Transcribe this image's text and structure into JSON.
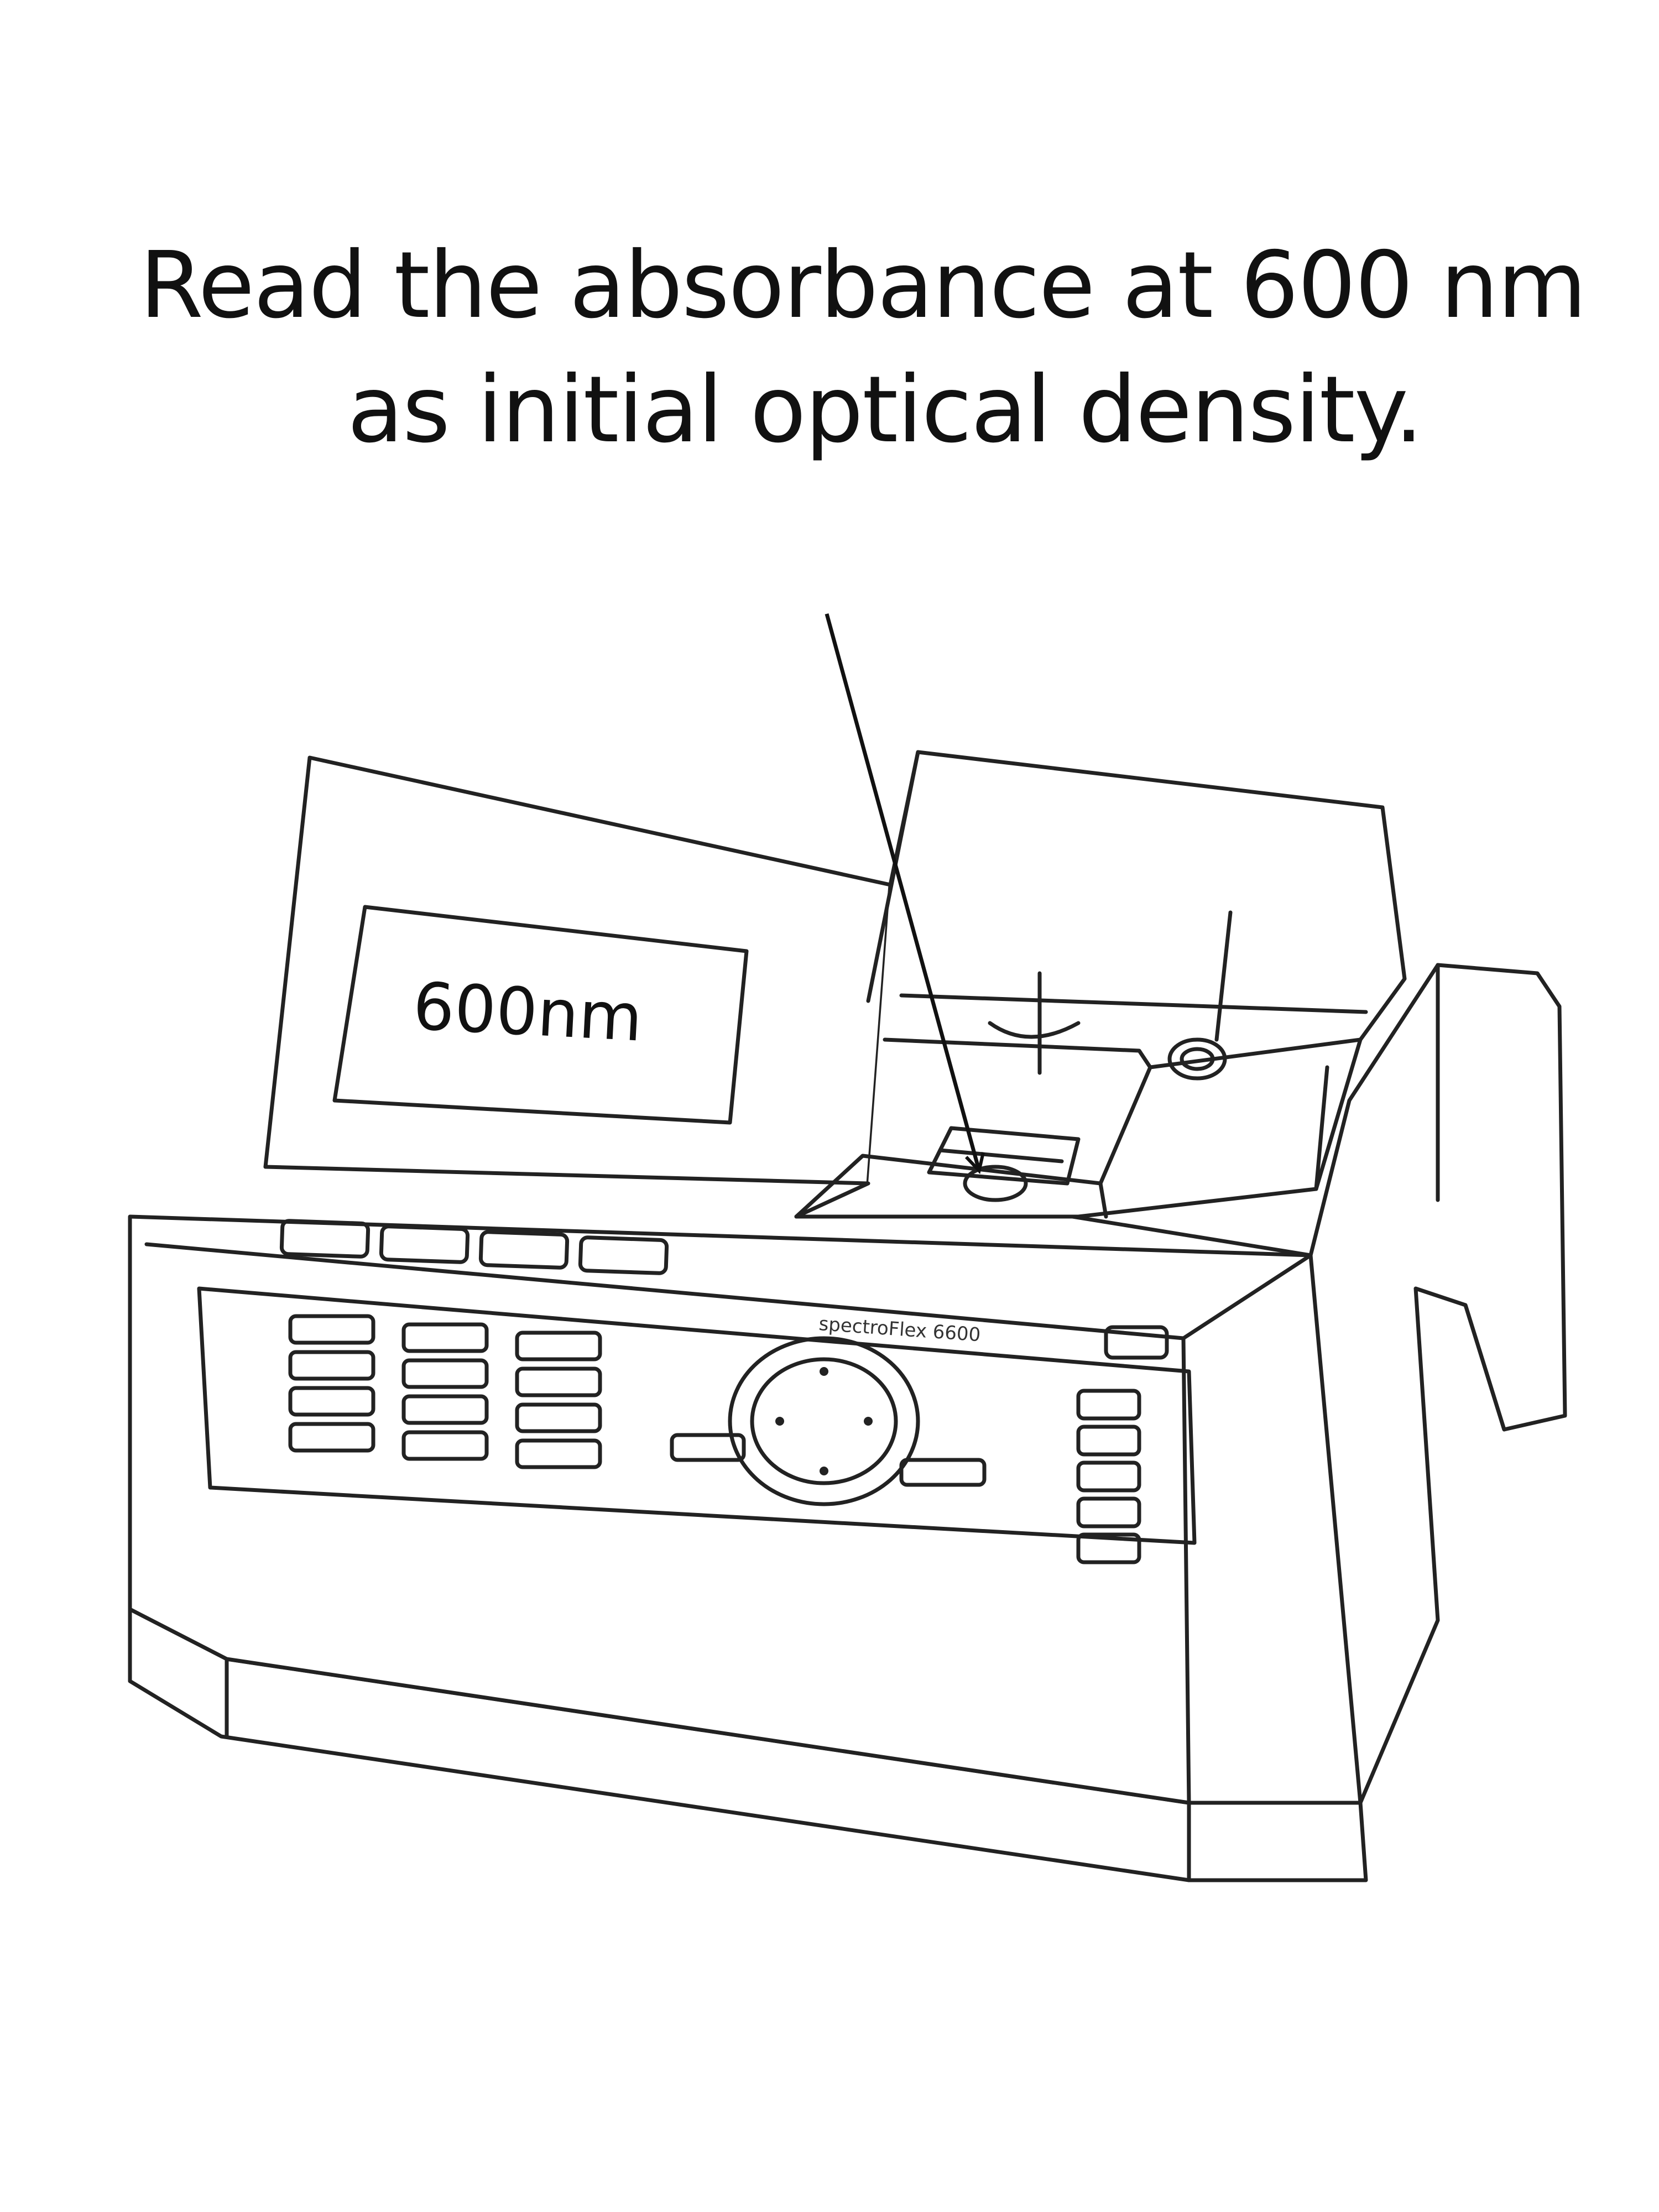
{
  "caption": {
    "line1": "Read the absorbance at 600 nm",
    "line2": "as initial optical density."
  },
  "display": {
    "reading": "600nm"
  },
  "device": {
    "brand": "spectroFlex 6600"
  },
  "colors": {
    "ink": "#111111",
    "line": "#222222",
    "paper": "#ffffff"
  }
}
